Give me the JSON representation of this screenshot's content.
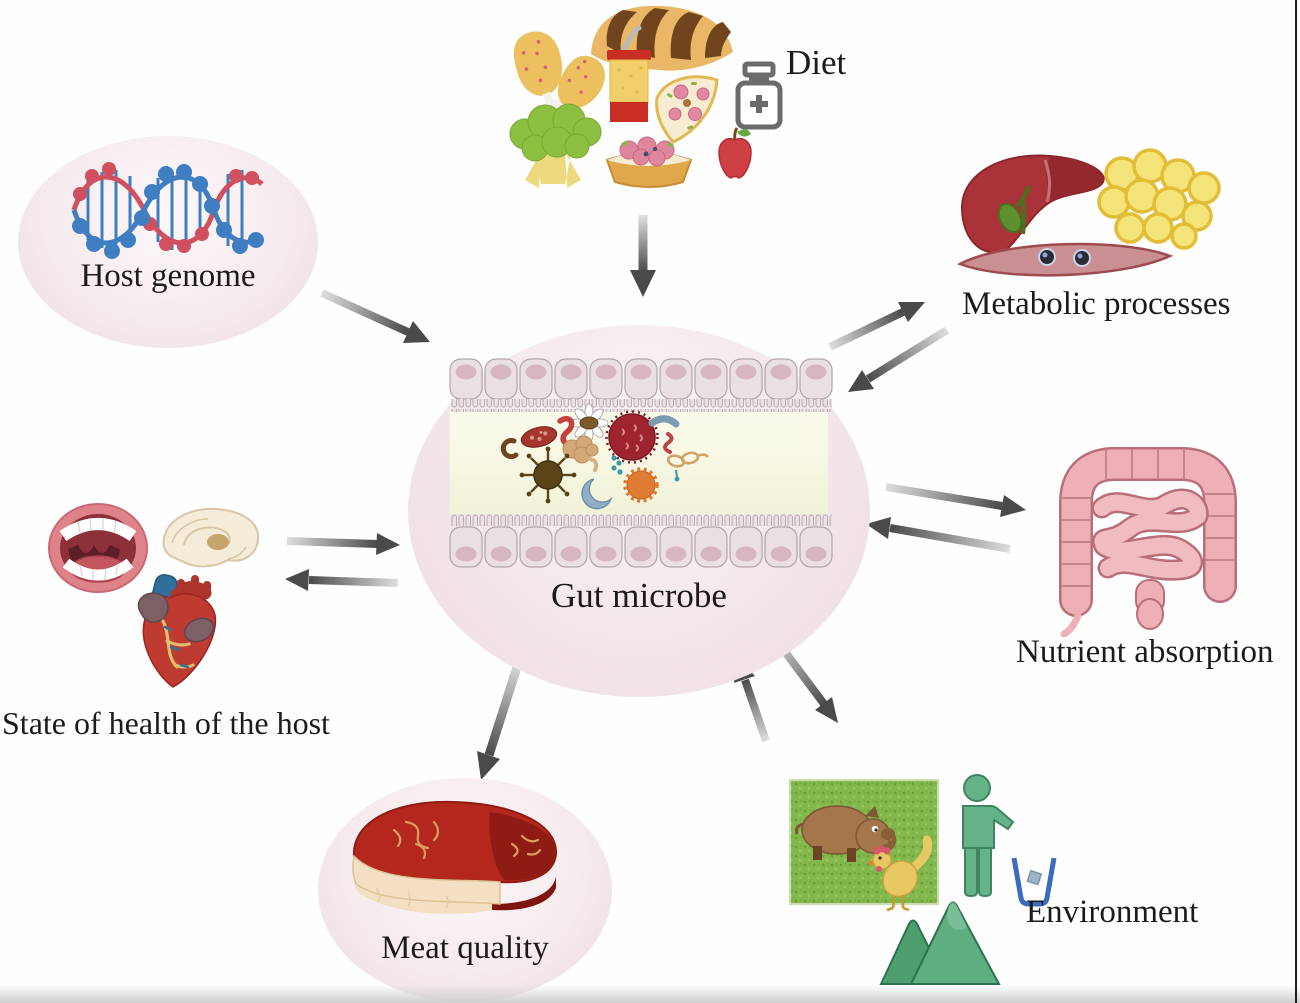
{
  "labels": {
    "diet": "Diet",
    "host_genome": "Host genome",
    "metabolic": "Metabolic processes",
    "gut": "Gut microbe",
    "nutrient": "Nutrient absorption",
    "health": "State of health of the host",
    "meat": "Meat quality",
    "environment": "Environment"
  },
  "nodes": [
    {
      "id": "gut-microbe",
      "label": "Gut microbe",
      "icons": [
        "intestinal-epithelium",
        "gut-microbes"
      ]
    },
    {
      "id": "diet",
      "label": "Diet",
      "icons": [
        "chicken-leg",
        "bread-loaf",
        "soda-cup",
        "pizza-slice",
        "supplement-bottle",
        "broccoli",
        "berry-tart",
        "apple"
      ]
    },
    {
      "id": "host-genome",
      "label": "Host genome",
      "icons": [
        "dna-helix"
      ]
    },
    {
      "id": "metabolic-processes",
      "label": "Metabolic processes",
      "icons": [
        "liver",
        "fat-cells",
        "muscle-cell"
      ]
    },
    {
      "id": "nutrient-absorption",
      "label": "Nutrient absorption",
      "icons": [
        "intestine"
      ]
    },
    {
      "id": "state-of-health",
      "label": "State of health of the host",
      "icons": [
        "mouth",
        "brain",
        "heart"
      ]
    },
    {
      "id": "meat-quality",
      "label": "Meat quality",
      "icons": [
        "steak"
      ]
    },
    {
      "id": "environment",
      "label": "Environment",
      "icons": [
        "farm-animals-grass",
        "person-recycling",
        "mountains"
      ]
    }
  ],
  "relations": [
    {
      "from": "Diet",
      "to": "Gut microbe",
      "type": "one-way"
    },
    {
      "from": "Host genome",
      "to": "Gut microbe",
      "type": "one-way"
    },
    {
      "from": "Gut microbe",
      "to": "Metabolic processes",
      "type": "two-way"
    },
    {
      "from": "Gut microbe",
      "to": "Nutrient absorption",
      "type": "two-way"
    },
    {
      "from": "Gut microbe",
      "to": "State of health of the host",
      "type": "two-way"
    },
    {
      "from": "Gut microbe",
      "to": "Meat quality",
      "type": "one-way"
    },
    {
      "from": "Gut microbe",
      "to": "Environment",
      "type": "two-way"
    }
  ],
  "palette": {
    "background": "#fefefe",
    "oval_pink": "#f0e2e7",
    "arrow_dark": "#4a4a4a",
    "arrow_light": "#dcdcdc",
    "epithelium_cell": "#eadfe2",
    "epithelium_nucleus": "#d6b6c0",
    "lumen": "#f6f6e0",
    "dna_blue": "#3f7fc1",
    "dna_red": "#d05060",
    "liver_red": "#a93338",
    "fat_yellow": "#f4e378",
    "muscle_pink": "#c98f92",
    "intestine_pink": "#eeb0b6",
    "meat_red": "#b3271d",
    "meat_fat": "#f3dfc1",
    "grass_green": "#83b84c",
    "person_green": "#66b389",
    "bin_blue": "#3a6cc0",
    "mountain_green": "#5fae80",
    "text": "#1b1b1b"
  }
}
